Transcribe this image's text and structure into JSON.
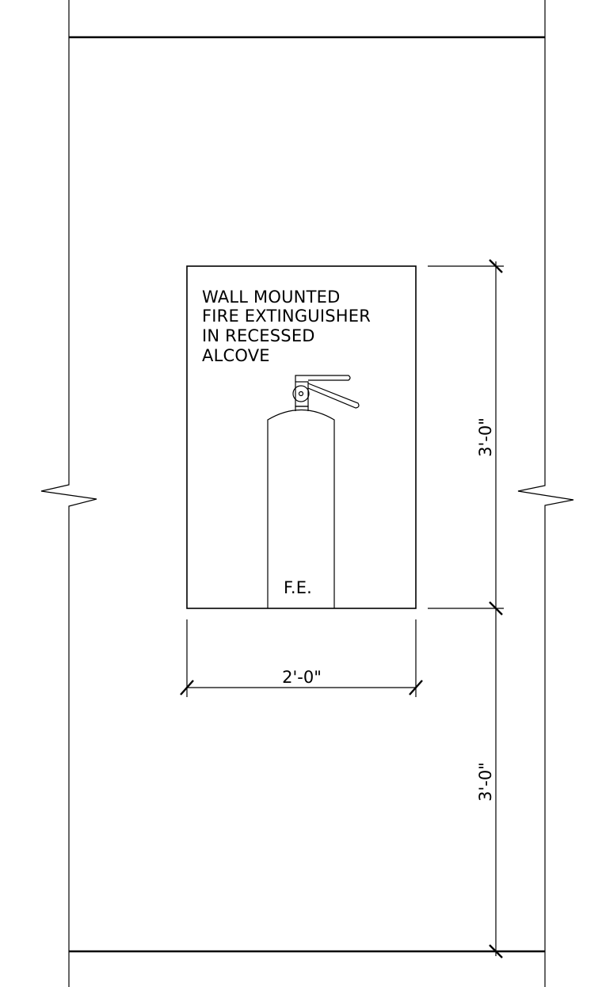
{
  "note": {
    "lines": [
      "WALL MOUNTED",
      "FIRE EXTINGUISHER",
      "IN RECESSED",
      "ALCOVE"
    ]
  },
  "extinguisher_label": "F.E.",
  "dimensions": {
    "width": "2'-0\"",
    "alcove_height": "3'-0\"",
    "mount_height": "3'-0\""
  }
}
